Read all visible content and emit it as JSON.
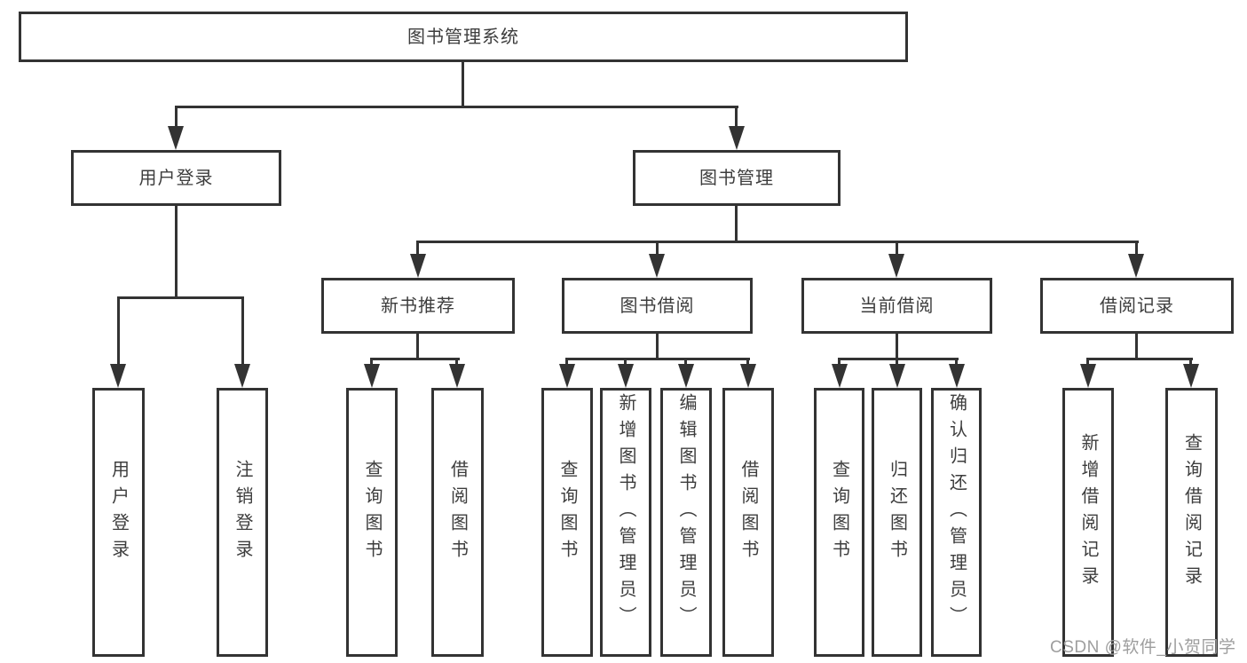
{
  "diagram": {
    "root": {
      "label": "图书管理系统"
    },
    "level2": [
      {
        "label": "用户登录"
      },
      {
        "label": "图书管理"
      }
    ],
    "level3": [
      {
        "label": "新书推荐"
      },
      {
        "label": "图书借阅"
      },
      {
        "label": "当前借阅"
      },
      {
        "label": "借阅记录"
      }
    ],
    "leaves": {
      "user": [
        "用户登录",
        "注销登录"
      ],
      "newbook": [
        "查询图书",
        "借阅图书"
      ],
      "borrow": [
        "查询图书",
        "新增图书（管理员）",
        "编辑图书（管理员）",
        "借阅图书"
      ],
      "current": [
        "查询图书",
        "归还图书",
        "确认归还（管理员）"
      ],
      "record": [
        "新增借阅记录",
        "查询借阅记录"
      ]
    }
  },
  "watermark": {
    "text": "CSDN @软件_小贺同学"
  },
  "colors": {
    "line": "#333333",
    "text": "#3d3d3d",
    "watermark": "#9e9e9e",
    "background": "#ffffff"
  }
}
